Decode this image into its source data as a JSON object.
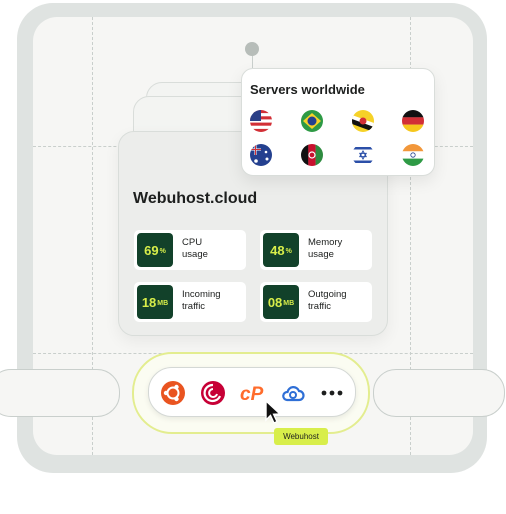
{
  "panel": {
    "title": "Webuhost.cloud",
    "stats": [
      {
        "value": "69",
        "unit": "%",
        "label_line1": "CPU",
        "label_line2": "usage"
      },
      {
        "value": "48",
        "unit": "%",
        "label_line1": "Memory",
        "label_line2": "usage"
      },
      {
        "value": "18",
        "unit": "MB",
        "label_line1": "Incoming",
        "label_line2": "traffic"
      },
      {
        "value": "08",
        "unit": "MB",
        "label_line1": "Outgoing",
        "label_line2": "traffic"
      }
    ]
  },
  "servers": {
    "title": "Servers worldwide",
    "flags": [
      "usa-flag-icon",
      "brazil-flag-icon",
      "brunei-flag-icon",
      "germany-flag-icon",
      "australia-flag-icon",
      "afghanistan-flag-icon",
      "israel-flag-icon",
      "india-flag-icon"
    ]
  },
  "dock": {
    "icons": [
      "ubuntu-icon",
      "debian-icon",
      "cpanel-icon",
      "cloud-icon",
      "more-icon"
    ],
    "tooltip": "Webuhost"
  },
  "colors": {
    "badge_bg": "#12412a",
    "badge_text": "#d8ee4a",
    "tooltip_bg": "#d8ee4a",
    "ubuntu": "#e95420",
    "debian": "#c70036",
    "cpanel": "#ff6c2c",
    "cloud": "#2f6fd6"
  }
}
